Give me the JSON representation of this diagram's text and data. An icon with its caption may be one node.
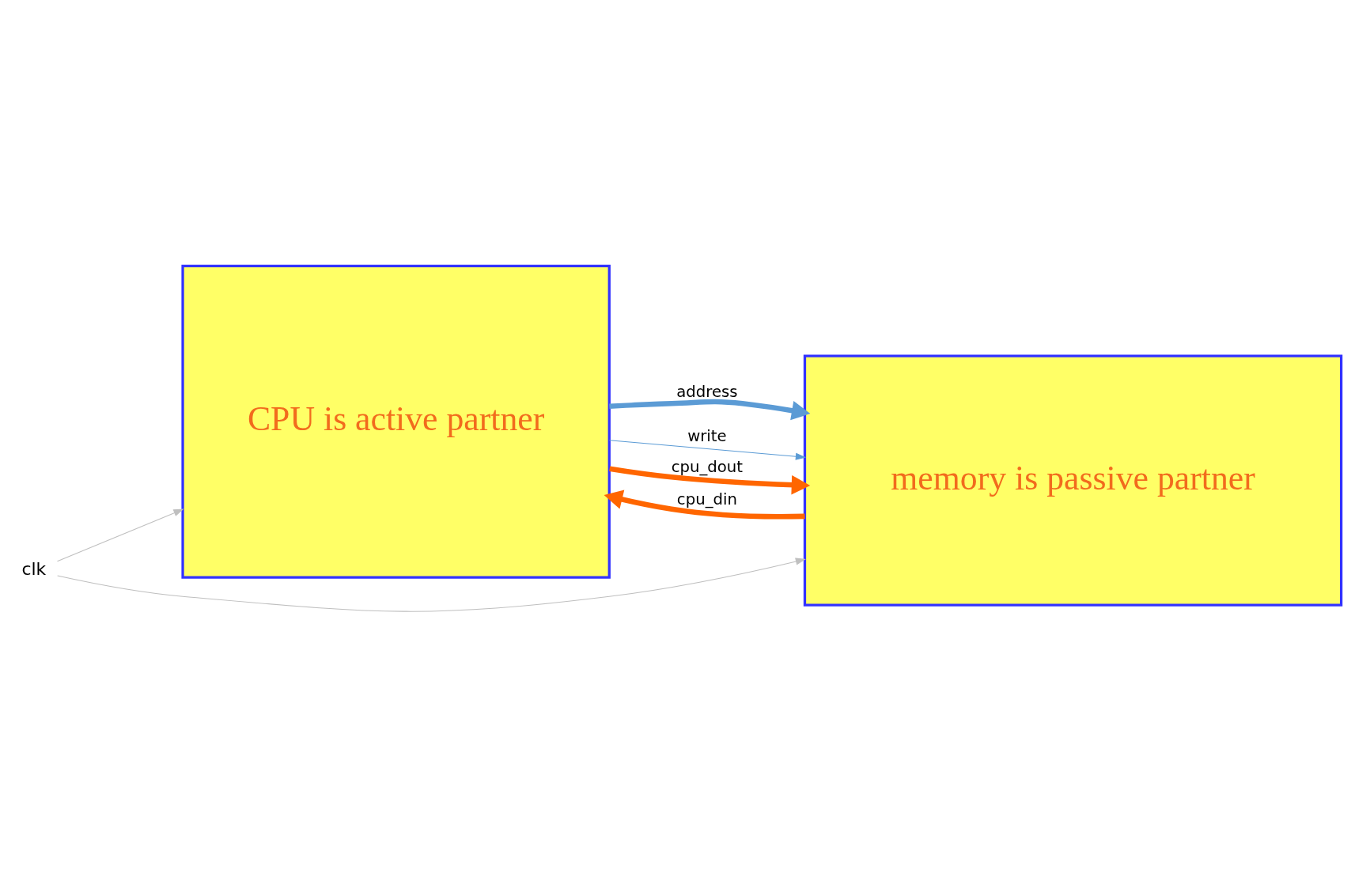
{
  "diagram": {
    "nodes": [
      {
        "text": [
          "CPU is active partner"
        ]
      },
      {
        "text": [
          "memory is passive partner"
        ]
      },
      {
        "text": [
          "clk"
        ]
      }
    ],
    "edges": [
      {
        "from": 0,
        "to": 1,
        "arrow": "to",
        "label": "address",
        "style": "thick",
        "color": "#5b9bd5"
      },
      {
        "from": 0,
        "to": 1,
        "arrow": "to",
        "label": "write",
        "color": "#5b9bd5"
      },
      {
        "from": 0,
        "to": 1,
        "arrow": "to",
        "label": "cpu_dout",
        "style": "thick",
        "color": "#ff6600"
      },
      {
        "from": 1,
        "to": 0,
        "arrow": "to",
        "label": "cpu_din",
        "style": "thick",
        "color": "#ff6600"
      },
      {
        "from": 2,
        "to": 0,
        "arrow": "to",
        "color": "#bfbfbf"
      },
      {
        "from": 2,
        "to": 1,
        "arrow": "to",
        "color": "#bfbfbf"
      }
    ]
  }
}
